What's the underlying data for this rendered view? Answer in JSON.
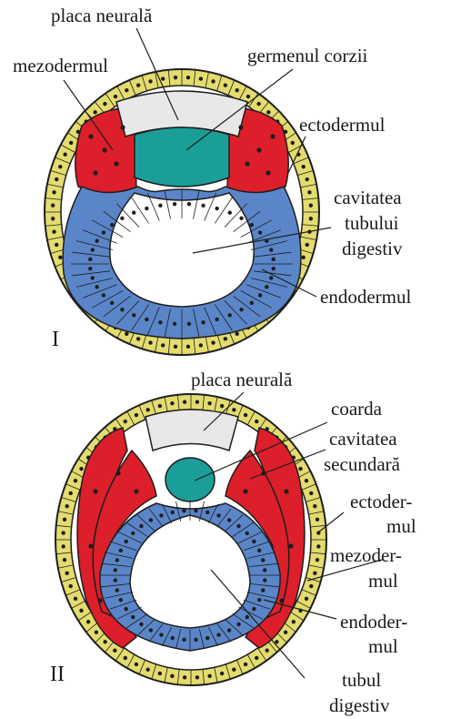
{
  "figure_I": {
    "numeral": "I",
    "labels": {
      "neural_plate": "placa neurală",
      "mesoderm": "mezodermul",
      "notochord_germ": "germenul corzii",
      "ectoderm": "ectodermul",
      "gut_cavity_l1": "cavitatea",
      "gut_cavity_l2": "tubului",
      "gut_cavity_l3": "digestiv",
      "endoderm": "endodermul"
    }
  },
  "figure_II": {
    "numeral": "II",
    "labels": {
      "neural_plate": "placa neurală",
      "notochord": "coarda",
      "coelom_l1": "cavitatea",
      "coelom_l2": "secundară",
      "ectoderm_l1": "ectoder-",
      "ectoderm_l2": "mul",
      "mesoderm_l1": "mezoder-",
      "mesoderm_l2": "mul",
      "endoderm_l1": "endoder-",
      "endoderm_l2": "mul",
      "gut_l1": "tubul",
      "gut_l2": "digestiv"
    }
  },
  "colors": {
    "ectoderm": "#e3dc6e",
    "neural_plate": "#e8e8e8",
    "mesoderm": "#dc1f2a",
    "notochord": "#1b9e98",
    "endoderm": "#5a85c8",
    "outline": "#1e1e1e"
  }
}
